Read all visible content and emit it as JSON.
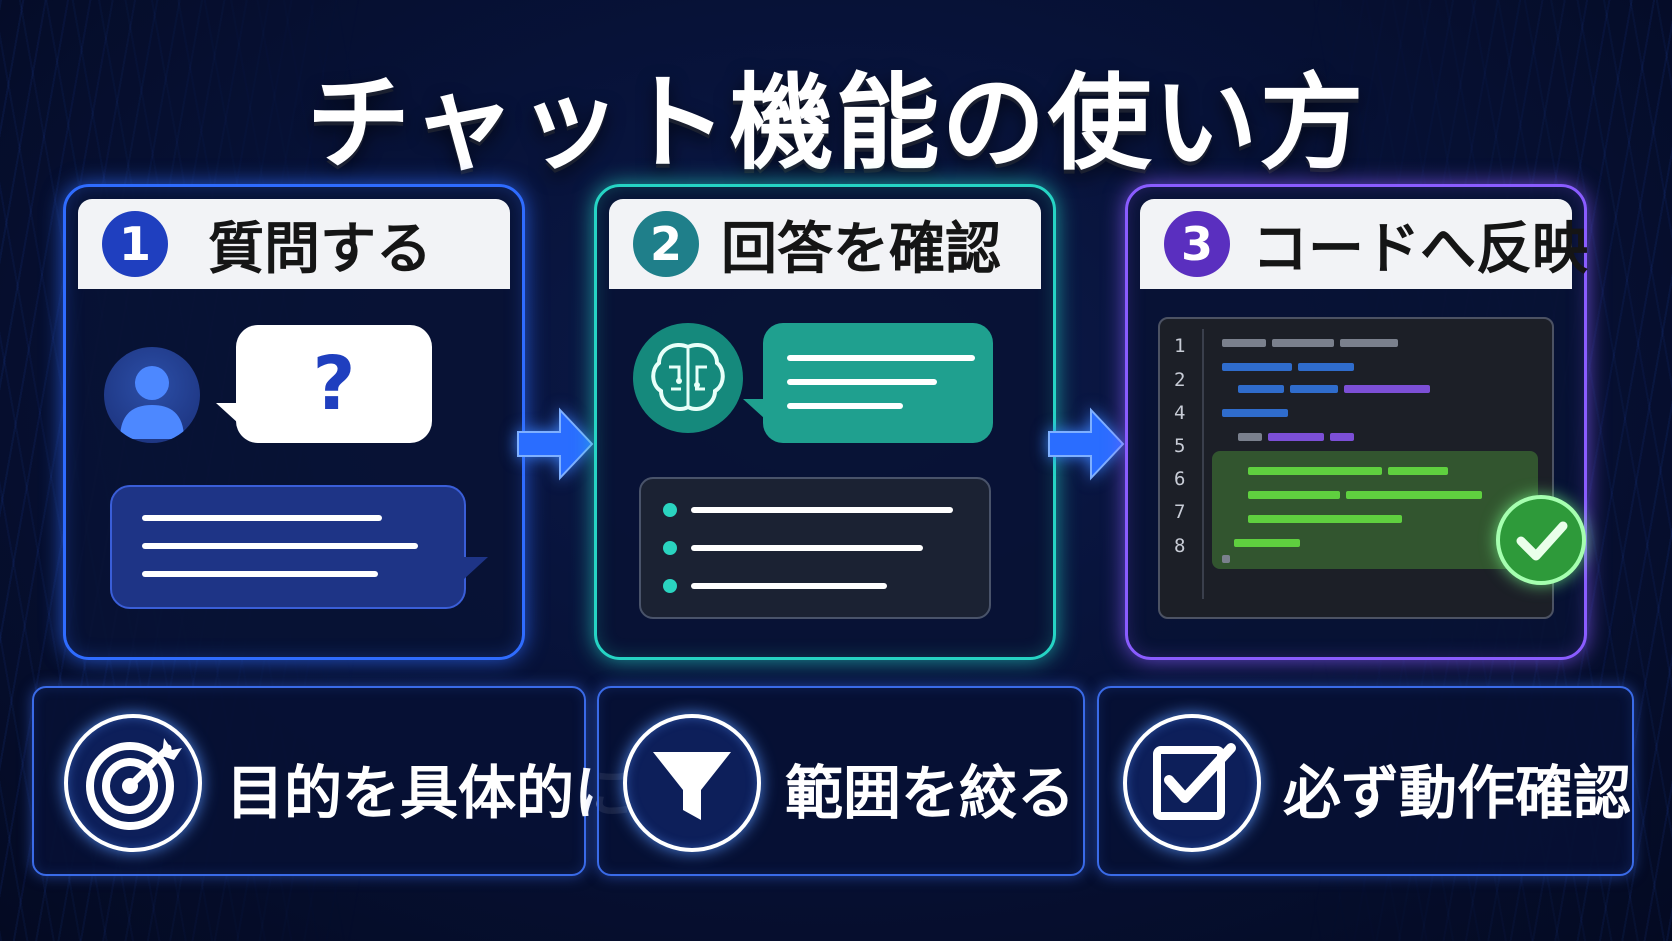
{
  "title": "チャット機能の使い方",
  "steps": [
    {
      "number": "1",
      "label": "質問する",
      "accent": "#2f6cff"
    },
    {
      "number": "2",
      "label": "回答を確認",
      "accent": "#26d4c4"
    },
    {
      "number": "3",
      "label": "コードへ反映",
      "accent": "#8a5cff"
    }
  ],
  "step1": {
    "question_mark": "?"
  },
  "step3": {
    "line_numbers": [
      "1",
      "2",
      "4",
      "5",
      "6",
      "7",
      "8"
    ]
  },
  "tips": [
    {
      "icon": "target-icon",
      "label": "目的を具体的に"
    },
    {
      "icon": "funnel-icon",
      "label": "範囲を絞る"
    },
    {
      "icon": "checkbox-icon",
      "label": "必ず動作確認"
    }
  ]
}
